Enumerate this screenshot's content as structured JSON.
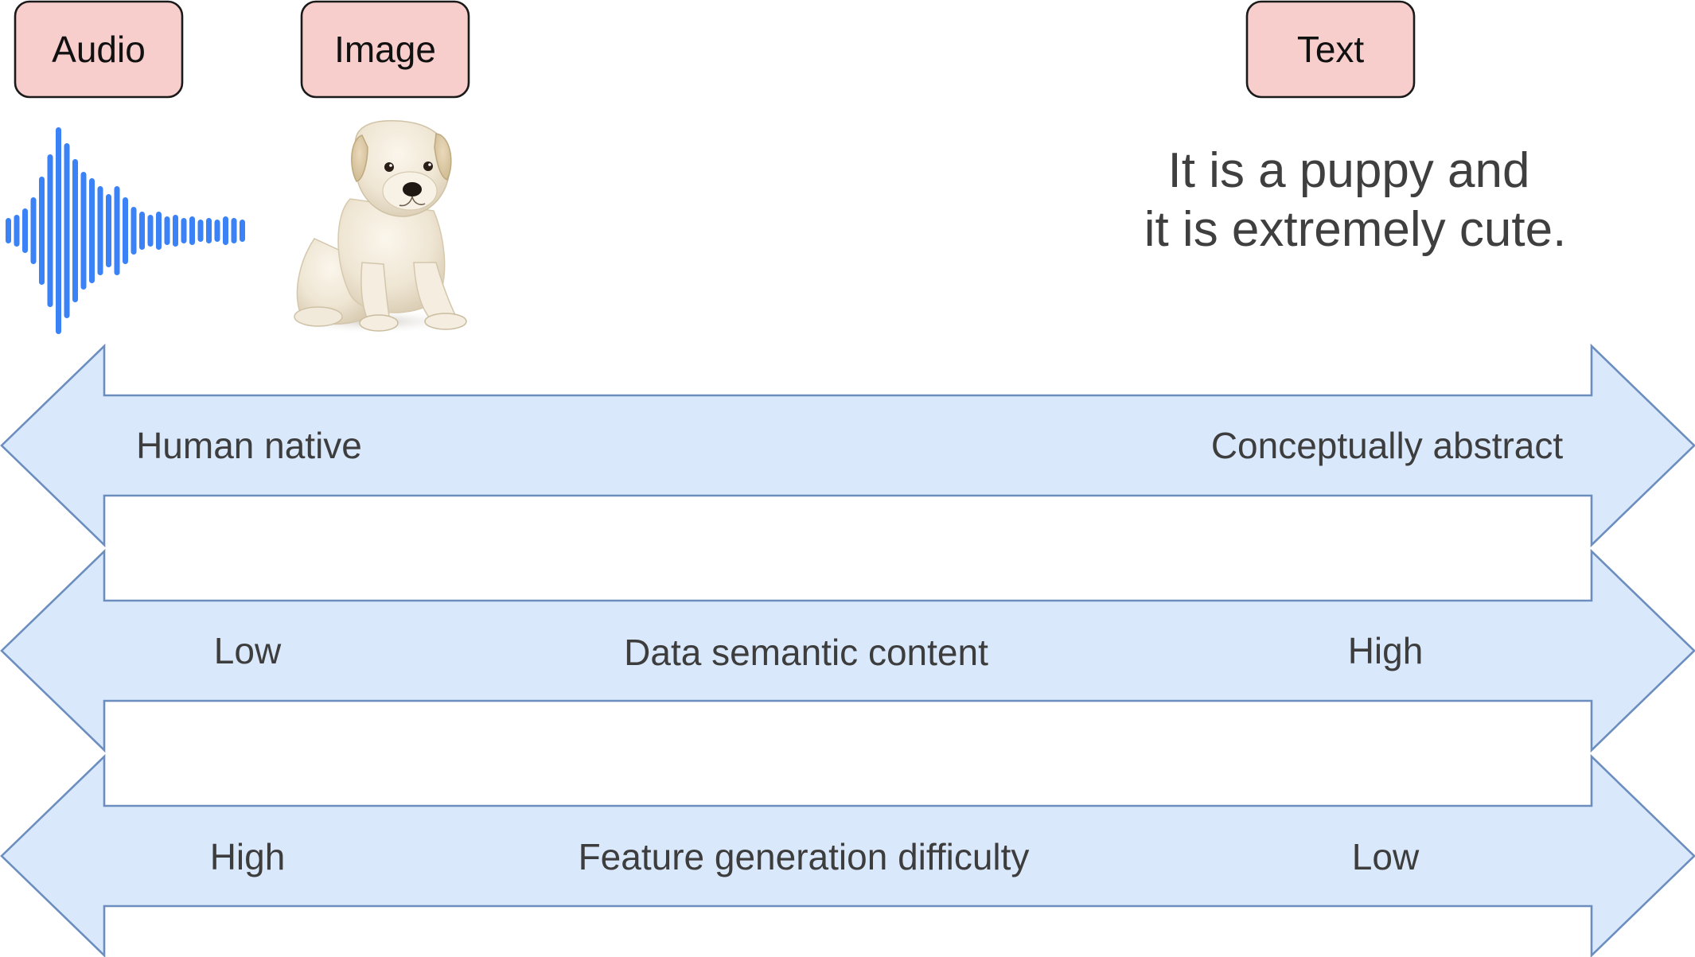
{
  "modalities": {
    "audio": "Audio",
    "image": "Image",
    "text": "Text"
  },
  "text_example": {
    "line1": "It is a puppy and",
    "line2": "it is extremely cute."
  },
  "arrows": [
    {
      "left": "Human native",
      "center": "",
      "right": "Conceptually abstract"
    },
    {
      "left": "Low",
      "center": "Data semantic content",
      "right": "High"
    },
    {
      "left": "High",
      "center": "Feature generation difficulty",
      "right": "Low"
    }
  ],
  "colors": {
    "label_fill": "#f8cecc",
    "arrow_fill": "#dae8fc",
    "arrow_stroke": "#6c8ebf",
    "waveform": "#3b82f6"
  },
  "icons": {
    "audio": "audio-waveform-icon",
    "image": "puppy-image"
  }
}
